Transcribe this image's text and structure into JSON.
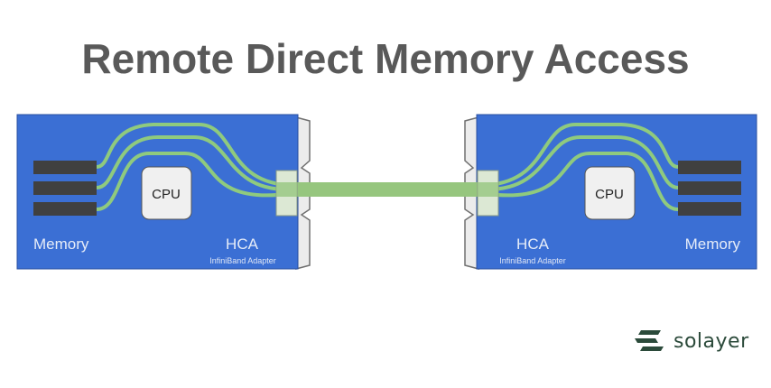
{
  "title": "Remote Direct Memory Access",
  "left_node": {
    "memory_label": "Memory",
    "cpu_label": "CPU",
    "hca_label": "HCA",
    "hca_sublabel": "InfiniBand Adapter"
  },
  "right_node": {
    "memory_label": "Memory",
    "cpu_label": "CPU",
    "hca_label": "HCA",
    "hca_sublabel": "InfiniBand Adapter"
  },
  "logo": {
    "text": "solayer",
    "icon": "solayer-logo-icon"
  },
  "colors": {
    "board": "#3b6fd4",
    "memory_stick": "#404040",
    "wire": "#8fca7e",
    "cpu": "#f0f0f0",
    "title": "#595959",
    "logo": "#2b4a3a"
  }
}
